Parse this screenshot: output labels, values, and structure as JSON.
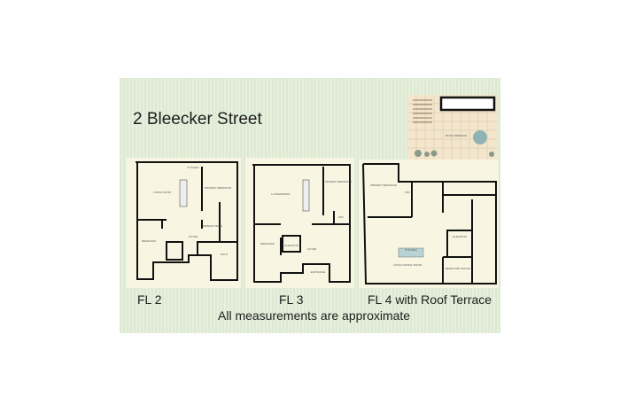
{
  "title": "2 Bleecker Street",
  "floors": [
    {
      "label": "FL 2",
      "rooms": [
        "KITCHEN",
        "LIVING ROOM",
        "PRIMARY BEDROOM",
        "BEDROOM",
        "FOYER",
        "PRIMARY BATH",
        "BATH"
      ]
    },
    {
      "label": "FL 3",
      "rooms": [
        "LIVING/DINING",
        "PRIMARY BEDROOM",
        "WIC",
        "BEDROOM",
        "ELEVATOR",
        "FOYER",
        "ENTRANCE"
      ]
    },
    {
      "label": "FL 4 with Roof Terrace",
      "rooms": [
        "PRIMARY BEDROOM",
        "WIC",
        "KITCHEN",
        "LIVING/ DINING ROOM",
        "ELEVATOR",
        "BEDROOM/ OFFICE"
      ]
    }
  ],
  "roof": {
    "label": "ROOF TERRACE"
  },
  "note": "All measurements are approximate"
}
